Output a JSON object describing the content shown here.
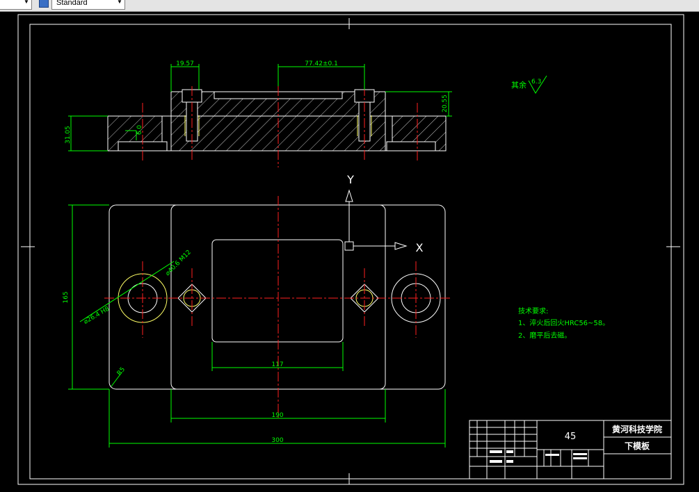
{
  "toolbar": {
    "style_value": "Standard"
  },
  "drawing": {
    "dims": {
      "top_width": "19.57",
      "top_center": "77.42±0.1",
      "left_height": "31.05",
      "right_height": "20.55",
      "small": "6.0",
      "height": "165",
      "diag1": "⌀40.6 M12",
      "diag2": "⌀26.4 H8",
      "corner": "R5",
      "pocket": "117",
      "inner": "190",
      "overall": "300"
    },
    "axes": {
      "y": "Y",
      "x": "X"
    },
    "roughness": {
      "label": "其余",
      "value": "6.3"
    },
    "notes": {
      "title": "技术要求:",
      "line1": "1、淬火后回火HRC56~58。",
      "line2": "2、磨平后去磁。"
    },
    "title_block": {
      "material": "45",
      "school": "黄河科技学院",
      "part_name": "下模板"
    }
  },
  "colors": {
    "outline": "#ffffff",
    "dimension": "#00ff00",
    "center": "#ff2020",
    "hatch": "#c8c8c8",
    "ring": "#ffff66",
    "text": "#ffffff"
  }
}
